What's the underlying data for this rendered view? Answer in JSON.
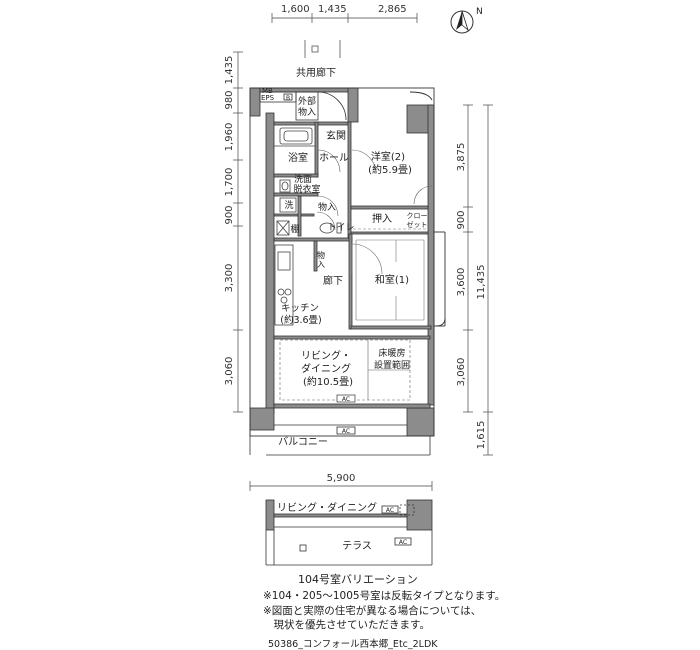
{
  "floor_plan": {
    "rooms": {
      "corridor_shared": "共用廊下",
      "mb_eps": "MB\nEPS",
      "outside_storage": "外部\n物入",
      "entrance": "玄関",
      "bath": "浴室",
      "hall": "ホール",
      "western_room": "洋室(2)\n(約5.9畳)",
      "washroom": "洗面\n脱衣室",
      "wash": "洗",
      "storage": "物入",
      "toilet": "トイレ",
      "shelf": "棚",
      "storage2": "物\n入",
      "closet": "押入",
      "closet_w": "クロー\nゼット",
      "hallway": "廊下",
      "japanese_room": "和室(1)",
      "kitchen": "キッチン\n(約3.6畳)",
      "living_dining": "リビング・\nダイニング\n(約10.5畳)",
      "floor_heating": "床暖房\n設置範囲",
      "balcony": "バルコニー",
      "ac1": "AC",
      "ac2": "AC"
    },
    "dimensions": {
      "top": [
        "1,600",
        "1,435",
        "2,865"
      ],
      "left": [
        "1,435",
        "980",
        "1,960",
        "1,700",
        "900",
        "3,300",
        "3,060"
      ],
      "right_inner": [
        "3,875",
        "900",
        "3,600",
        "3,060"
      ],
      "right_total": "11,435",
      "right_bottom": "1,615",
      "bottom": "5,900"
    },
    "compass": "N"
  },
  "variation": {
    "rooms": {
      "living_dining": "リビング・ダイニング",
      "terrace": "テラス",
      "ac1": "AC",
      "ac2": "AC"
    },
    "caption": "104号室バリエーション"
  },
  "notes": [
    "※104・205～1005号室は反転タイプとなります。",
    "※図面と実際の住宅が異なる場合については、",
    "　現状を優先させていただきます。"
  ],
  "footer_code": "50386_コンフォール西本郷_Etc_2LDK"
}
